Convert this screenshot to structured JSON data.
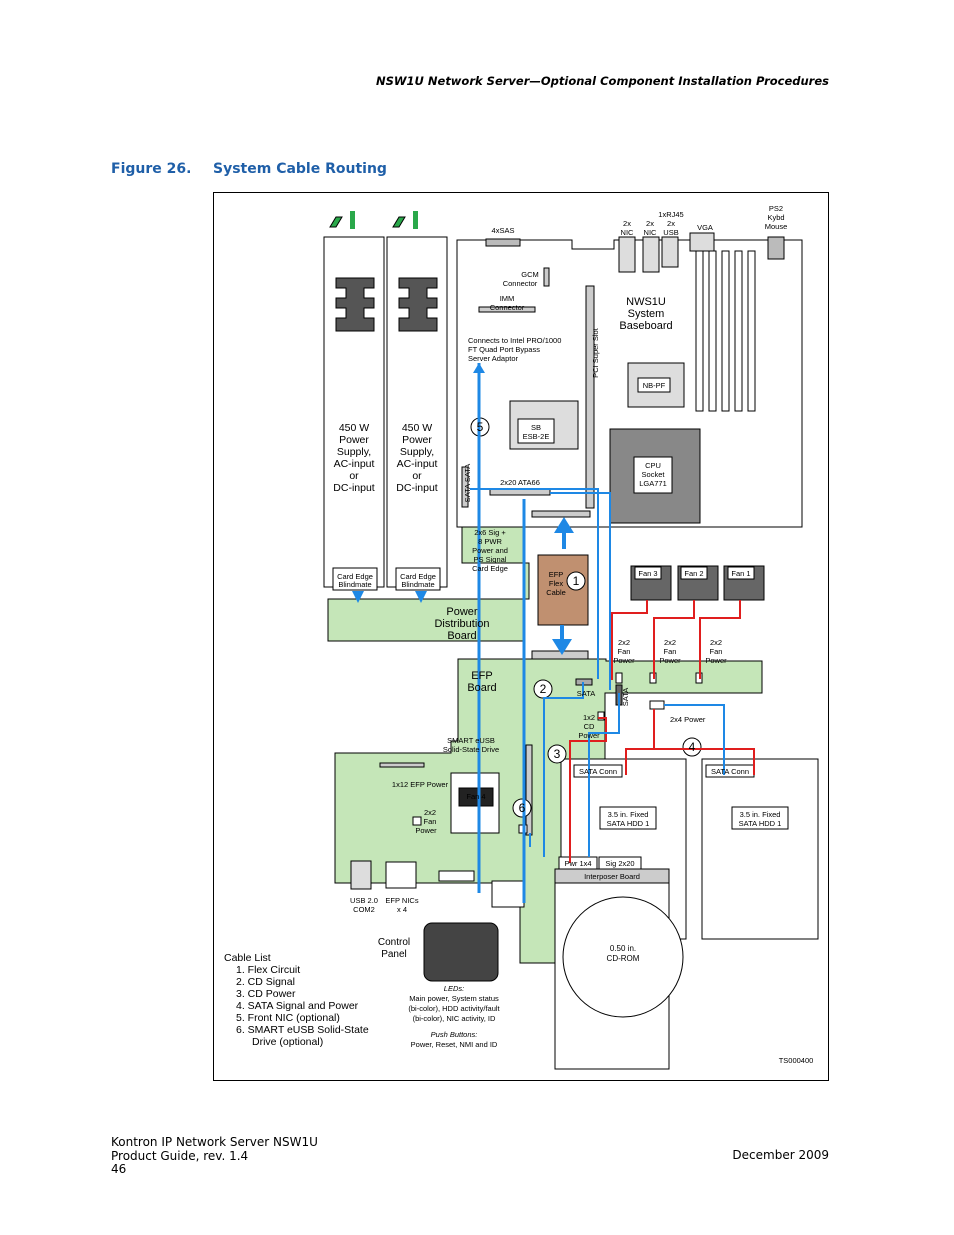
{
  "header": {
    "title": "NSW1U Network Server—Optional Component Installation Procedures"
  },
  "figure": {
    "number": "Figure 26.",
    "title": "System Cable Routing"
  },
  "labels": {
    "psu_line1": "450 W",
    "psu_line2": "Power",
    "psu_line3": "Supply,",
    "psu_line4": "AC-input",
    "psu_line5": "or",
    "psu_line6": "DC-input",
    "card_edge": "Card Edge",
    "blindmate": "Blindmate",
    "pdb_line1": "Power",
    "pdb_line2": "Distribution",
    "pdb_line3": "Board",
    "sig_line1": "2x6 Sig +",
    "sig_line2": "8 PWR",
    "sig_line3": "Power and",
    "sig_line4": "PS Signal",
    "sig_line5": "Card Edge",
    "sas": "4xSAS",
    "gcm_line1": "GCM",
    "gcm_line2": "Connector",
    "imm_line1": "IMM",
    "imm_line2": "Connector",
    "nic_2x": "2x",
    "nic": "NIC",
    "rj45": "1xRJ45",
    "usb": "USB",
    "vga": "VGA",
    "ps2_line1": "PS2",
    "ps2_line2": "Kybd",
    "ps2_line3": "Mouse",
    "base_line1": "NWS1U",
    "base_line2": "System",
    "base_line3": "Baseboard",
    "intel_line1": "Connects to Intel PRO/1000",
    "intel_line2": "FT Quad Port Bypass",
    "intel_line3": "Server Adaptor",
    "pci": "PCI Super Slot",
    "nbpf": "NB-PF",
    "sb_line1": "SB",
    "sb_line2": "ESB-2E",
    "cpu_line1": "CPU",
    "cpu_line2": "Socket",
    "cpu_line3": "LGA771",
    "sata_sata": "SATA SATA",
    "ata66": "2x20 ATA66",
    "efp_flex_line1": "EFP",
    "efp_flex_line2": "Flex",
    "efp_flex_line3": "Cable",
    "fan3": "Fan 3",
    "fan2": "Fan 2",
    "fan1": "Fan 1",
    "fanpwr_line1": "2x2",
    "fanpwr_line2": "Fan",
    "fanpwr_line3": "Power",
    "efp_line1": "EFP",
    "efp_line2": "Board",
    "sata": "SATA",
    "cdpwr_line1": "1x2",
    "cdpwr_line2": "CD",
    "cdpwr_line3": "Power",
    "pwr2x4": "2x4 Power",
    "eusb_line1": "SMART eUSB",
    "eusb_line2": "Solid-State Drive",
    "efp_power": "1x12 EFP Power",
    "fan4": "Fan 4",
    "sata_conn": "SATA Conn",
    "hdd_line1": "3.5 in. Fixed",
    "hdd_line2": "SATA HDD 1",
    "pwr1x4": "Pwr 1x4",
    "sig2x20": "Sig 2x20",
    "interposer": "Interposer Board",
    "cd_line1": "0.50 in.",
    "cd_line2": "CD-ROM",
    "usb_line1": "USB 2.0",
    "usb_line2": "COM2",
    "efpnics_line1": "EFP NICs",
    "efpnics_line2": "x 4",
    "cp_line1": "Control",
    "cp_line2": "Panel",
    "leds_title": "LEDs:",
    "leds_line1": "Main power, System status",
    "leds_line2": "(bi-color), HDD activity/fault",
    "leds_line3": "(bi-color), NIC activity, ID",
    "pb_title": "Push Buttons:",
    "pb_line1": "Power, Reset, NMI and ID",
    "ts": "TS000400",
    "n1": "1",
    "n2": "2",
    "n3": "3",
    "n4": "4",
    "n5": "5",
    "n6": "6"
  },
  "cable_list": {
    "title": "Cable List",
    "items": [
      "1.  Flex Circuit",
      "2.  CD Signal",
      "3.  CD Power",
      "4.  SATA Signal and Power",
      "5.  Front NIC (optional)",
      "6.  SMART eUSB Solid-State"
    ],
    "item6_cont": "Drive (optional)"
  },
  "footer": {
    "line1": "Kontron IP Network Server NSW1U",
    "line2": "Product Guide, rev. 1.4",
    "page": "46",
    "date": "December 2009"
  },
  "colors": {
    "board": "#c5e6b8",
    "blue": "#1e88e5",
    "red": "#e01e1e",
    "caption": "#1f5fa8"
  }
}
